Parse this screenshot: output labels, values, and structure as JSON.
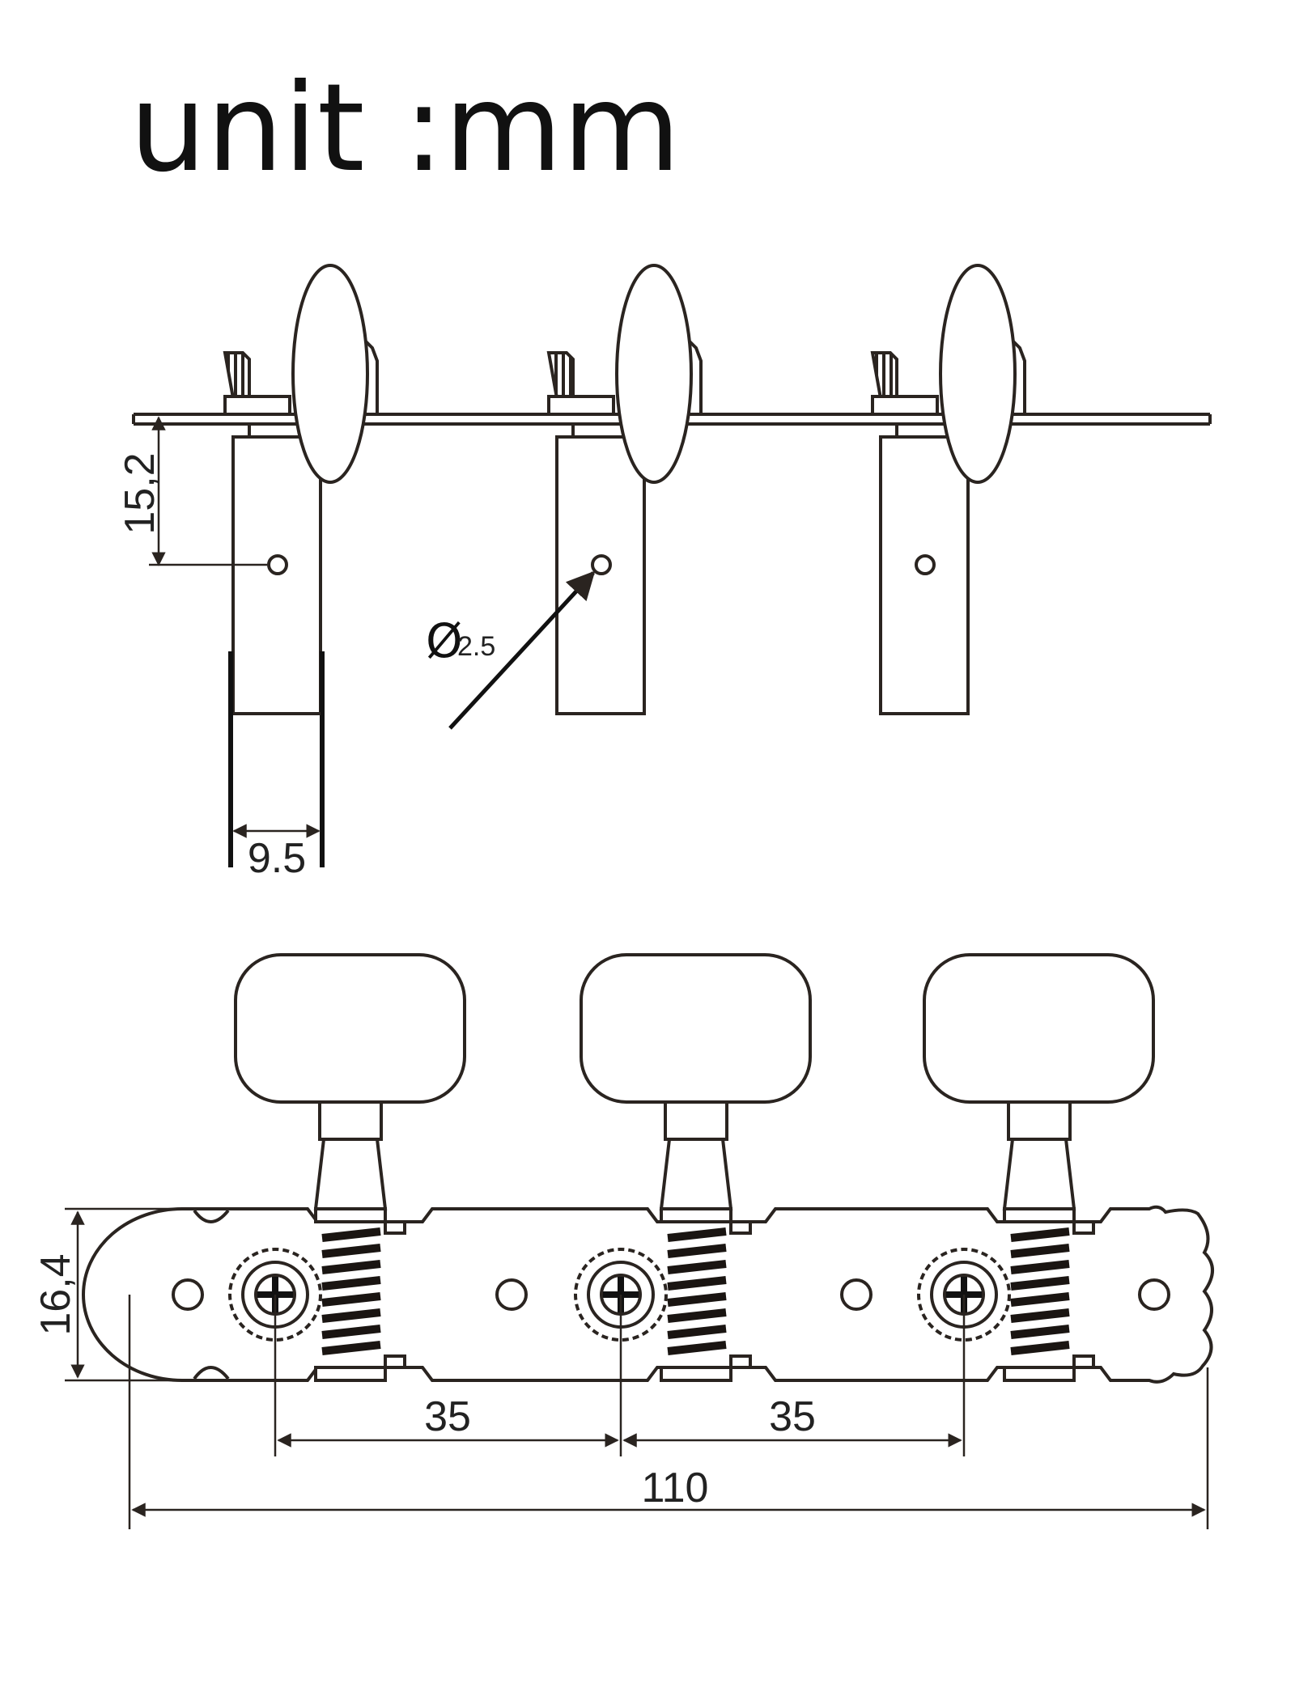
{
  "unit_label": "unit :mm",
  "dimensions": {
    "post_offset": "15,2",
    "hole_diameter_symbol": "Ø",
    "hole_diameter": "2.5",
    "roller_width": "9.5",
    "plate_height": "16,4",
    "spacing_left": "35",
    "spacing_right": "35",
    "overall_length": "110"
  }
}
